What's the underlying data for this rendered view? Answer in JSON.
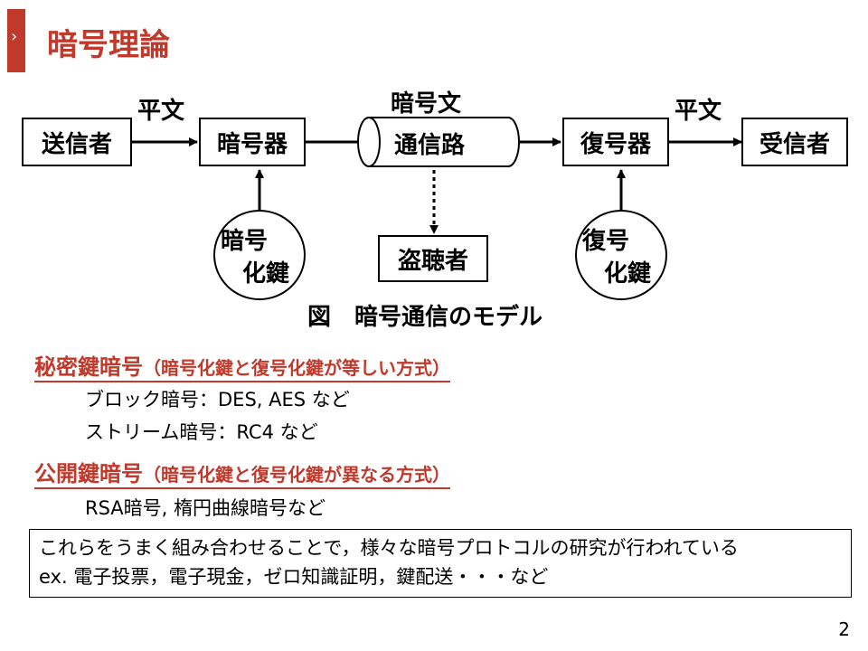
{
  "slide": {
    "title": "暗号理論",
    "page_number": "2"
  },
  "diagram": {
    "nodes": {
      "sender": "送信者",
      "encryptor": "暗号器",
      "channel": "通信路",
      "decryptor": "復号器",
      "receiver": "受信者",
      "eavesdropper": "盗聴者"
    },
    "labels": {
      "plaintext_left": "平文",
      "ciphertext": "暗号文",
      "plaintext_right": "平文"
    },
    "keys": {
      "encryption_key_line1": "暗号",
      "encryption_key_line2": "化鍵",
      "decryption_key_line1": "復号",
      "decryption_key_line2": "化鍵"
    },
    "caption": "図　暗号通信のモデル"
  },
  "sections": [
    {
      "heading": "秘密鍵暗号",
      "subheading": "（暗号化鍵と復号化鍵が等しい方式）",
      "items": [
        "ブロック暗号：DES, AES など",
        "ストリーム暗号：RC4 など"
      ]
    },
    {
      "heading": "公開鍵暗号",
      "subheading": "（暗号化鍵と復号化鍵が異なる方式）",
      "items": [
        "RSA暗号, 楕円曲線暗号など"
      ]
    }
  ],
  "note": {
    "line1": "これらをうまく組み合わせることで，様々な暗号プロトコルの研究が行われている",
    "line2": "ex. 電子投票，電子現金，ゼロ知識証明，鍵配送・・・など"
  },
  "colors": {
    "accent": "#c0392b"
  }
}
